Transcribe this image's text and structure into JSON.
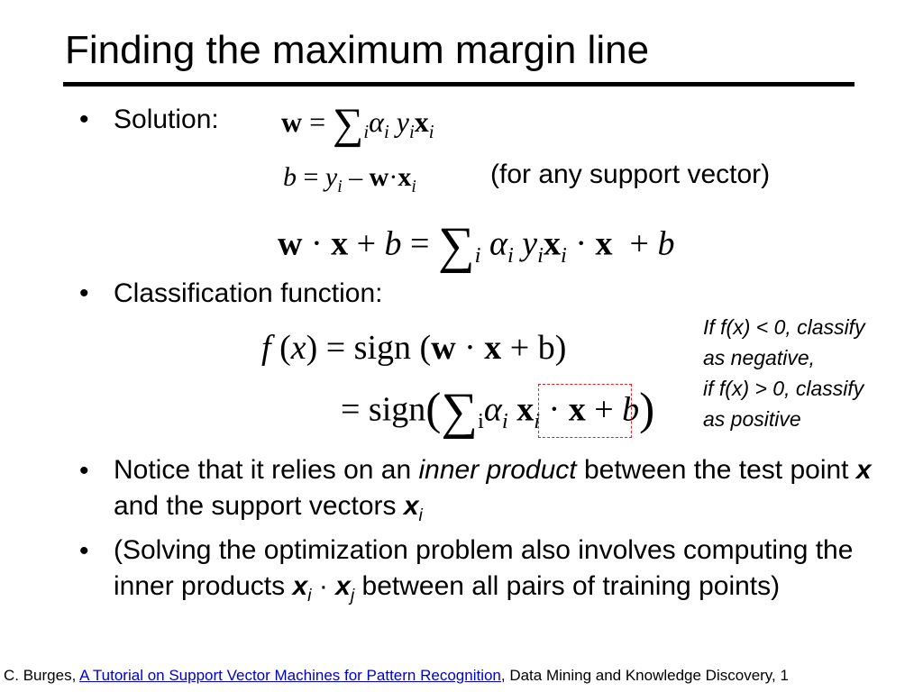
{
  "slide": {
    "title": "Finding the maximum margin line",
    "bullets": {
      "solution": "Solution:",
      "classification": "Classification function:",
      "notice_pre": "Notice that it relies on an ",
      "notice_em": "inner product",
      "notice_mid": " between the test point ",
      "notice_x": "x",
      "notice_mid2": " and the support vectors ",
      "notice_xi": "x",
      "notice_xi_sub": "i",
      "solving_pre": "(Solving the optimization problem also involves computing the inner products ",
      "solving_xi": "x",
      "solving_xi_sub": "i",
      "solving_dot": " · ",
      "solving_xj": "x",
      "solving_xj_sub": "j",
      "solving_post": " between all pairs of training points)"
    },
    "for_any": "(for any support vector)",
    "note": {
      "line1": "If f(x) < 0, classify",
      "line2": "as negative,",
      "line3": "if f(x) > 0, classify",
      "line4": "as positive"
    },
    "footer": {
      "pre": "C. Burges, ",
      "link": "A Tutorial on Support Vector Machines for Pattern Recognition",
      "post": ",  Data Mining and Knowledge Discovery, 1"
    }
  }
}
